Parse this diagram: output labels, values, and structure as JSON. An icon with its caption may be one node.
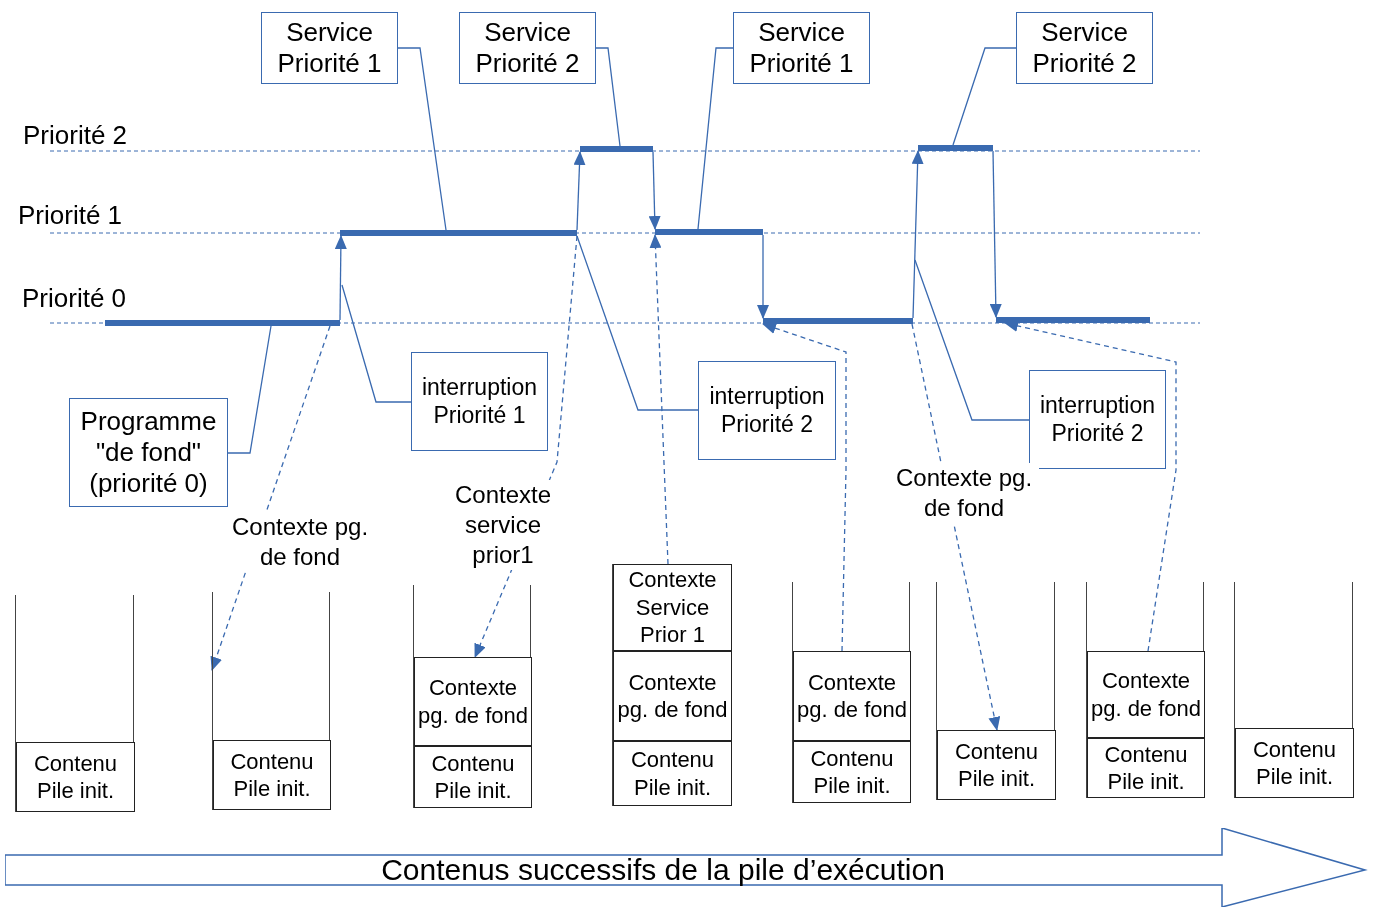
{
  "diagram": {
    "nodes": [
      {
        "text": [
          "Service Priorité 1"
        ]
      },
      {
        "text": [
          "Service Priorité 2"
        ]
      },
      {
        "text": [
          "Service Priorité 1"
        ]
      },
      {
        "text": [
          "Service Priorité 2"
        ]
      },
      {
        "text": [
          "Programme \"de fond\" (priorité 0)"
        ]
      },
      {
        "text": [
          "interruption Priorité 1"
        ]
      },
      {
        "text": [
          "interruption Priorité 2"
        ]
      },
      {
        "text": [
          "interruption Priorité 2"
        ]
      },
      {
        "text": [],
        "shape": "bar"
      },
      {
        "text": [],
        "shape": "bar"
      },
      {
        "text": [],
        "shape": "bar"
      },
      {
        "text": [],
        "shape": "bar"
      },
      {
        "text": [],
        "shape": "bar"
      },
      {
        "text": [],
        "shape": "bar"
      },
      {
        "text": [],
        "shape": "bar"
      },
      {
        "text": [],
        "shape": "box"
      },
      {
        "text": [
          "Contenu Pile init."
        ],
        "in": 15
      },
      {
        "text": [],
        "shape": "box"
      },
      {
        "text": [
          "Contenu Pile init."
        ],
        "in": 17
      },
      {
        "text": [],
        "shape": "box"
      },
      {
        "text": [
          "Contexte pg. de fond"
        ],
        "in": 19
      },
      {
        "text": [
          "Contenu Pile init."
        ],
        "in": 19
      },
      {
        "text": [],
        "shape": "box"
      },
      {
        "text": [
          "Contexte Service Prior 1"
        ],
        "in": 22
      },
      {
        "text": [
          "Contexte pg. de fond"
        ],
        "in": 22
      },
      {
        "text": [
          "Contenu Pile init."
        ],
        "in": 22
      },
      {
        "text": [],
        "shape": "box"
      },
      {
        "text": [
          "Contexte pg. de fond"
        ],
        "in": 26
      },
      {
        "text": [
          "Contenu Pile init."
        ],
        "in": 26
      },
      {
        "text": [],
        "shape": "box"
      },
      {
        "text": [
          "Contenu Pile init."
        ],
        "in": 29
      },
      {
        "text": [],
        "shape": "box"
      },
      {
        "text": [
          "Contexte pg. de fond"
        ],
        "in": 31
      },
      {
        "text": [
          "Contenu Pile init."
        ],
        "in": 31
      },
      {
        "text": [],
        "shape": "box"
      },
      {
        "text": [
          "Contenu Pile init."
        ],
        "in": 34
      },
      {
        "text": [
          "Contenus successifs de la pile d’exécution"
        ]
      }
    ],
    "edges": [
      {
        "from": 0,
        "to": 9,
        "arrow": "none"
      },
      {
        "from": 1,
        "to": 10,
        "arrow": "none"
      },
      {
        "from": 2,
        "to": 11,
        "arrow": "none"
      },
      {
        "from": 3,
        "to": 13,
        "arrow": "none"
      },
      {
        "from": 4,
        "to": 8,
        "arrow": "none"
      },
      {
        "from": 5,
        "to": null,
        "arrow": "none"
      },
      {
        "from": 6,
        "to": 9,
        "arrow": "none"
      },
      {
        "from": 7,
        "to": null,
        "arrow": "none"
      },
      {
        "from": 8,
        "to": 9,
        "arrow": "to"
      },
      {
        "from": 9,
        "to": 10,
        "arrow": "to"
      },
      {
        "from": 10,
        "to": 11,
        "arrow": "to"
      },
      {
        "from": 11,
        "to": 12,
        "arrow": "to"
      },
      {
        "from": 12,
        "to": 13,
        "arrow": "to"
      },
      {
        "from": 13,
        "to": 14,
        "arrow": "to"
      },
      {
        "from": 8,
        "to": 17,
        "arrow": "to",
        "style": "dashed",
        "label": "Contexte pg. de fond"
      },
      {
        "from": 9,
        "to": 20,
        "arrow": "to",
        "style": "dashed",
        "label": "Contexte service prior1"
      },
      {
        "from": 22,
        "to": 11,
        "arrow": "to",
        "style": "dashed"
      },
      {
        "from": 27,
        "to": 12,
        "arrow": "to",
        "style": "dashed"
      },
      {
        "from": 12,
        "to": 30,
        "arrow": "to",
        "style": "dashed",
        "label": "Contexte pg. de fond"
      },
      {
        "from": 32,
        "to": 14,
        "arrow": "to",
        "style": "dashed"
      }
    ],
    "labels": [
      "Priorité 2",
      "Priorité 1",
      "Priorité 0"
    ]
  }
}
